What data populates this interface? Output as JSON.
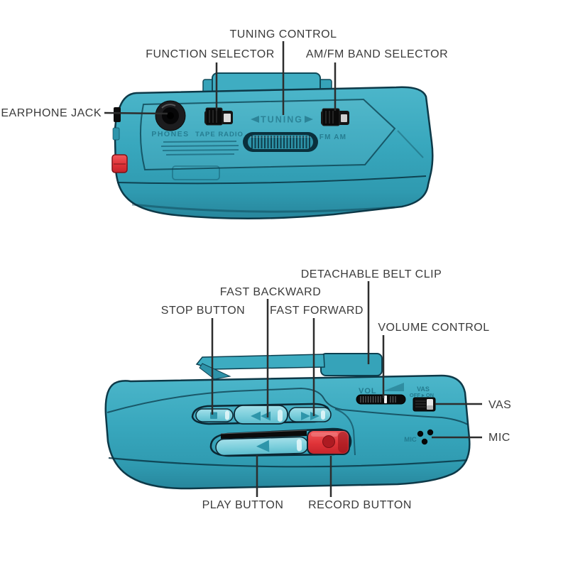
{
  "figure": "cassette-player-annotated-diagram",
  "annotations": {
    "top": {
      "tuning_control": "TUNING CONTROL",
      "function_selector": "FUNCTION SELECTOR",
      "band_selector": "AM/FM BAND SELECTOR",
      "earphone_jack": "EARPHONE JACK"
    },
    "bottom": {
      "belt_clip": "DETACHABLE BELT CLIP",
      "fast_backward": "FAST BACKWARD",
      "stop": "STOP BUTTON",
      "fast_forward": "FAST FORWARD",
      "volume": "VOLUME CONTROL",
      "vas": "VAS",
      "mic": "MIC",
      "play": "PLAY BUTTON",
      "record": "RECORD BUTTON"
    }
  },
  "device_text": {
    "top": {
      "phones": "PHONES",
      "tape_radio": "TAPE RADIO",
      "tuning": "TUNING",
      "fm_am": "FM AM"
    },
    "bottom": {
      "vol": "VOL",
      "vas": "VAS",
      "off_on": "OFF ▸ ON",
      "mic": "MIC"
    }
  },
  "colors": {
    "body_teal": "#38a7bd",
    "button_teal": "#7fd0dd",
    "record_red": "#e03338",
    "outline_dark": "#0d3948",
    "label_text": "#3b3b3b",
    "leader_line": "#2d2d2d"
  }
}
